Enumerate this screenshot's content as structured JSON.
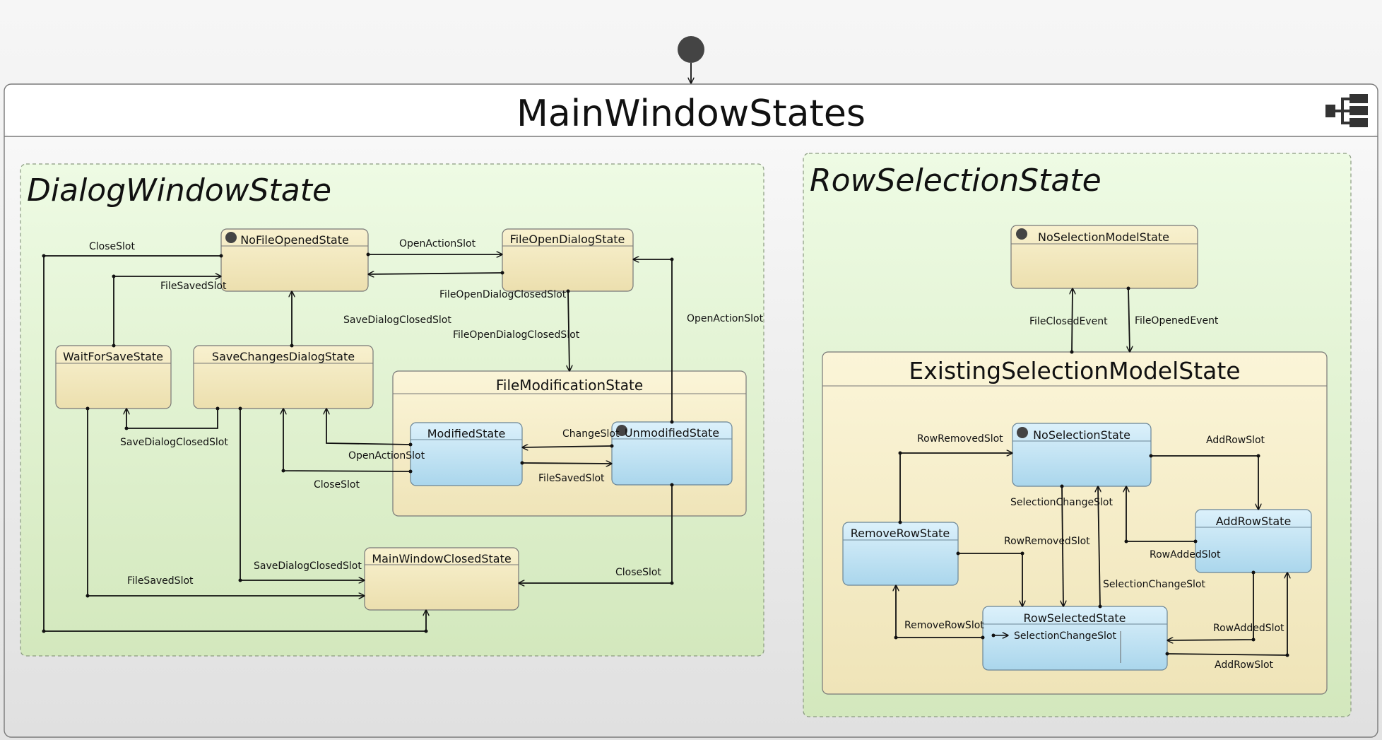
{
  "main_state": {
    "title": "MainWindowStates",
    "icon": "state-hierarchy-icon"
  },
  "regions": {
    "dialog": {
      "title": "DialogWindowState"
    },
    "row": {
      "title": "RowSelectionState"
    }
  },
  "states": {
    "no_file_opened": "NoFileOpenedState",
    "file_open_dialog": "FileOpenDialogState",
    "wait_for_save": "WaitForSaveState",
    "save_changes_dialog": "SaveChangesDialogState",
    "file_modification": "FileModificationState",
    "modified": "ModifiedState",
    "unmodified": "UnmodifiedState",
    "main_window_closed": "MainWindowClosedState",
    "no_selection_model": "NoSelectionModelState",
    "existing_selection_model": "ExistingSelectionModelState",
    "no_selection": "NoSelectionState",
    "remove_row": "RemoveRowState",
    "add_row": "AddRowState",
    "row_selected": "RowSelectedState"
  },
  "internal_transitions": {
    "row_selected": "SelectionChangeSlot"
  },
  "transition_labels": {
    "close_slot_top": "CloseSlot",
    "open_action_slot_top": "OpenActionSlot",
    "file_saved_slot_top": "FileSavedSlot",
    "file_open_dialog_closed_slot_1": "FileOpenDialogClosedSlot",
    "save_dialog_closed_slot_1": "SaveDialogClosedSlot",
    "file_open_dialog_closed_slot_2": "FileOpenDialogClosedSlot",
    "open_action_slot_right": "OpenActionSlot",
    "change_slot": "ChangeSlot",
    "open_action_slot_mid": "OpenActionSlot",
    "save_dialog_closed_slot_2": "SaveDialogClosedSlot",
    "close_slot_mid": "CloseSlot",
    "file_saved_slot_mid": "FileSavedSlot",
    "save_dialog_closed_slot_3": "SaveDialogClosedSlot",
    "file_saved_slot_bottom": "FileSavedSlot",
    "close_slot_bottom": "CloseSlot",
    "file_closed_event": "FileClosedEvent",
    "file_opened_event": "FileOpenedEvent",
    "row_removed_slot_1": "RowRemovedSlot",
    "add_row_slot_1": "AddRowSlot",
    "selection_change_slot_1": "SelectionChangeSlot",
    "row_removed_slot_2": "RowRemovedSlot",
    "row_added_slot_1": "RowAddedSlot",
    "selection_change_slot_2": "SelectionChangeSlot",
    "remove_row_slot": "RemoveRowSlot",
    "row_added_slot_2": "RowAddedSlot",
    "add_row_slot_2": "AddRowSlot"
  },
  "colors": {
    "region_fill": "#e2f0d6",
    "composite_fill": "#f6f0cc",
    "leaf_fill": "#f2e9c2",
    "active_fill": "#c7e6f3",
    "line": "#111111",
    "initial_marker": "#444444"
  }
}
